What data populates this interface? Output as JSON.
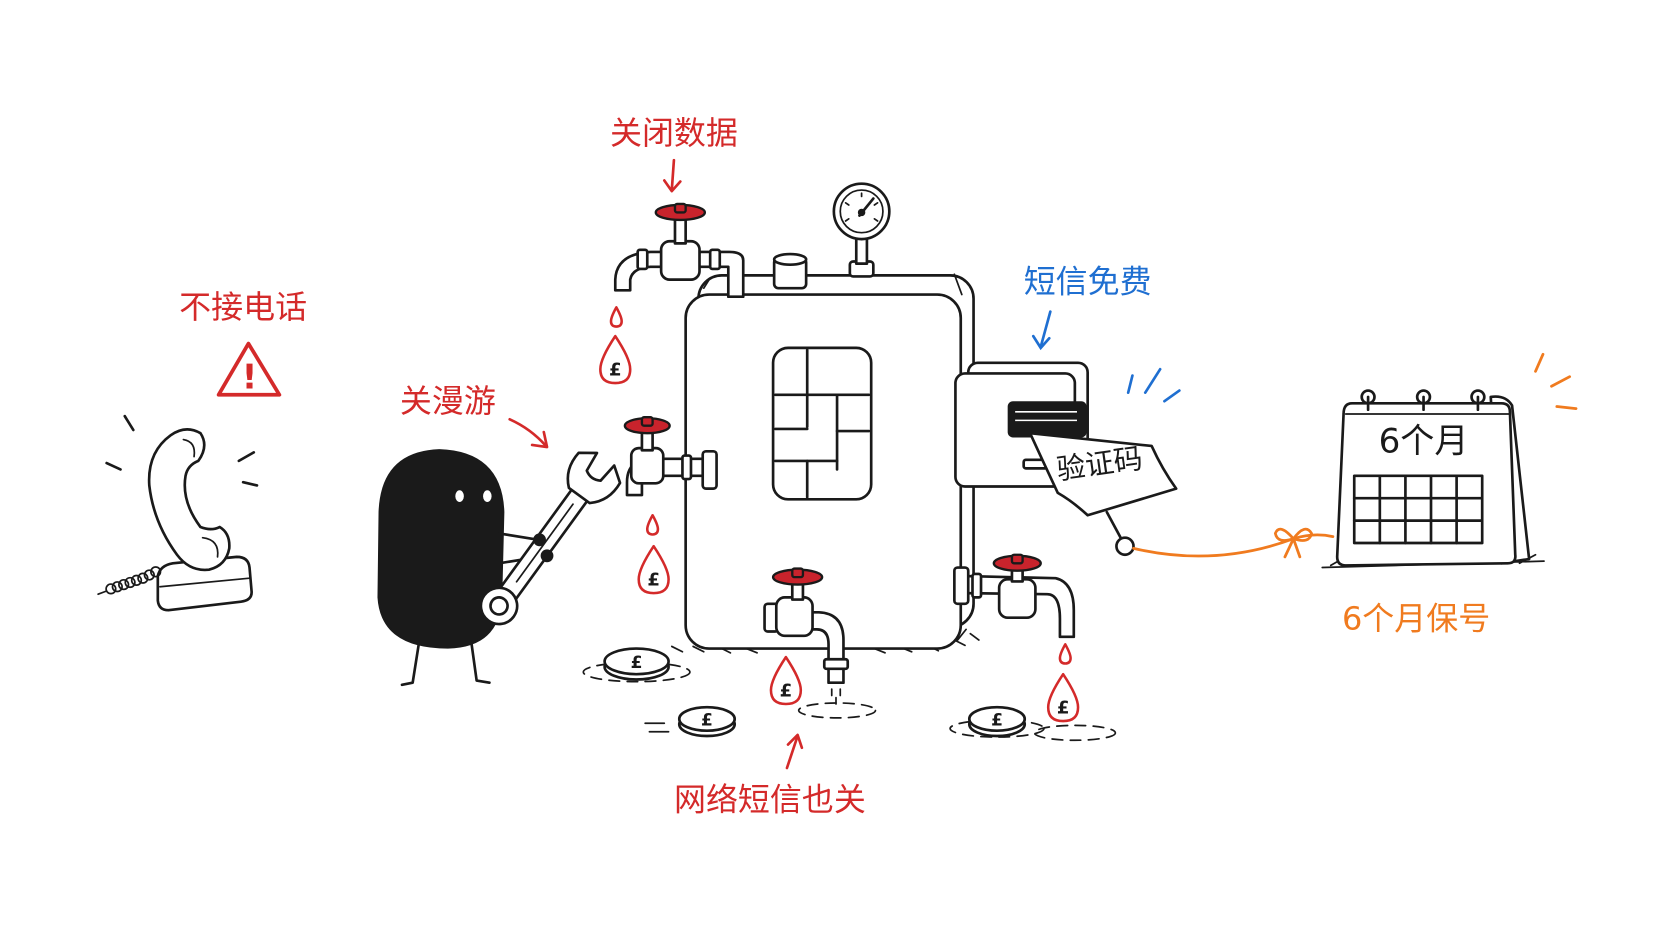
{
  "labels": {
    "close_data": "关闭数据",
    "no_calls": "不接电话",
    "roaming_off": "关漫游",
    "sms_free": "短信免费",
    "verification_code": "验证码",
    "calendar_months": "6个月",
    "keep_number": "6个月保号",
    "network_sms_off": "网络短信也关"
  },
  "symbols": {
    "currency": "£",
    "warning": "!"
  },
  "colors": {
    "red": "#d42a2a",
    "blue": "#1f6fd1",
    "orange": "#f07b1f",
    "ink": "#1a1a1a",
    "handle": "#c8232c"
  },
  "icons": {
    "telephone": "telephone-icon",
    "warning": "warning-icon",
    "character": "blob-character-icon",
    "wrench": "wrench-icon",
    "sim_tank": "sim-card-icon",
    "gauge": "pressure-gauge-icon",
    "faucet": "faucet-icon",
    "sms_box": "sms-box-icon",
    "calendar": "calendar-icon",
    "coin": "coin-icon",
    "drop": "money-drop-icon"
  }
}
